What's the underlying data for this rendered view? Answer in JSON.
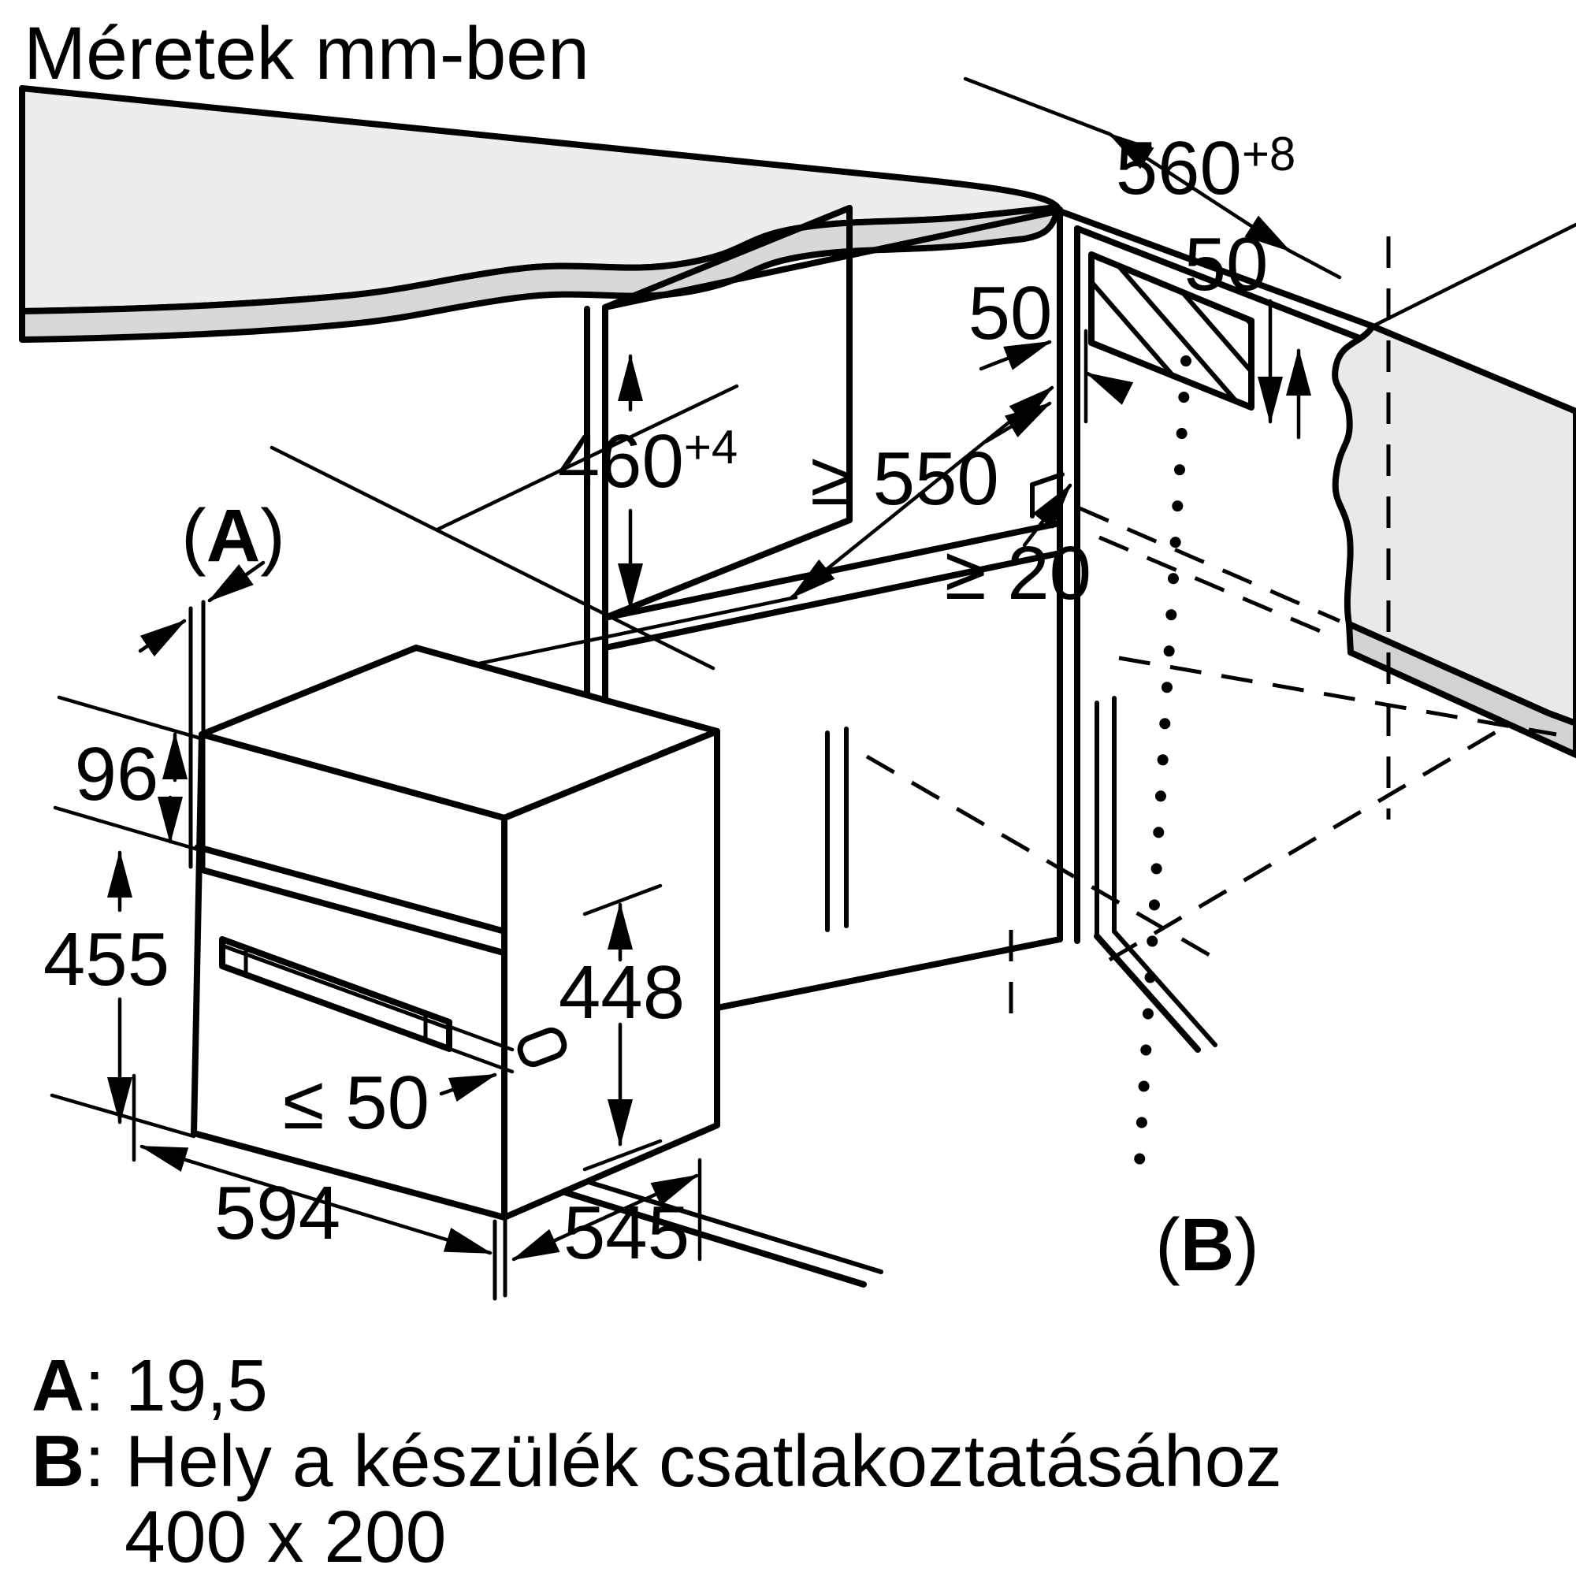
{
  "title": "Méretek mm-ben",
  "cabinet": {
    "niche_width": {
      "base": "560",
      "sup": "+8"
    },
    "clearance_top": "50",
    "clearance_side": "50",
    "niche_height": {
      "base": "460",
      "sup": "+4"
    },
    "niche_depth": "≥ 550",
    "rear_gap": "≥ 20",
    "connection_label": {
      "open": "(",
      "letter": "B",
      "close": ")"
    }
  },
  "oven": {
    "door_label": {
      "open": "(",
      "letter": "A",
      "close": ")"
    },
    "panel_height": "96",
    "height": "455",
    "body_height": "448",
    "front_clearance": "≤ 50",
    "width": "594",
    "depth": "545"
  },
  "legend": {
    "a_key": "A",
    "a_text": ": 19,5",
    "b_key": "B",
    "b_text": ": Hely a készülék csatlakoztatásához",
    "b_text2": "400 x 200"
  },
  "colors": {
    "line": "#000000",
    "counter_top": "#ededed",
    "counter_edge": "#d8d8d8",
    "wall_panel": "#e9e9e9",
    "wall_panel_edge": "#d2d2d2",
    "background": "#ffffff"
  }
}
